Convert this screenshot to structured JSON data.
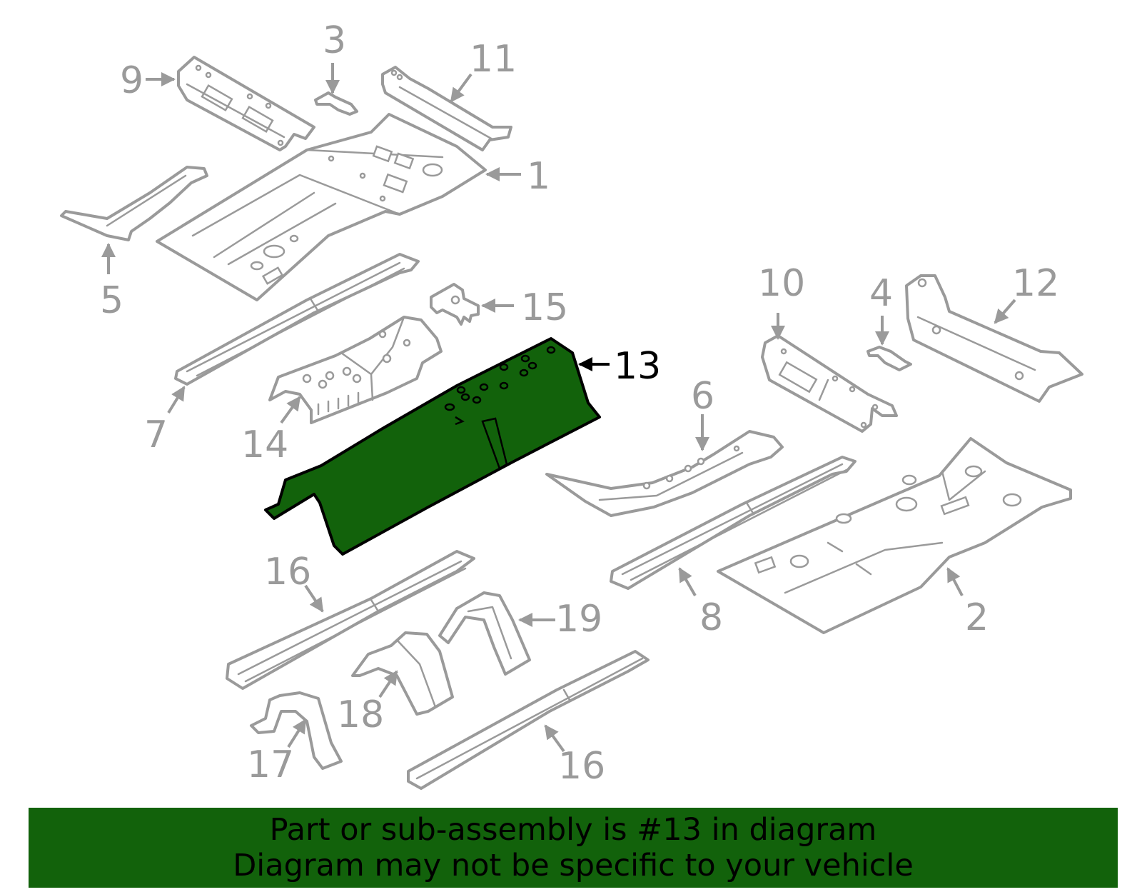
{
  "diagram": {
    "highlighted_part": "13",
    "highlight_color": "#12620b",
    "part_color": "#9a9a9a",
    "callouts": {
      "c1": "1",
      "c2": "2",
      "c3": "3",
      "c4": "4",
      "c5": "5",
      "c6": "6",
      "c7": "7",
      "c8": "8",
      "c9": "9",
      "c10": "10",
      "c11": "11",
      "c12": "12",
      "c13": "13",
      "c14": "14",
      "c15": "15",
      "c16a": "16",
      "c16b": "16",
      "c17": "17",
      "c18": "18",
      "c19": "19"
    }
  },
  "banner": {
    "line1": "Part or sub-assembly is #13 in diagram",
    "line2": "Diagram may not be specific to your vehicle",
    "background": "#12620b"
  }
}
